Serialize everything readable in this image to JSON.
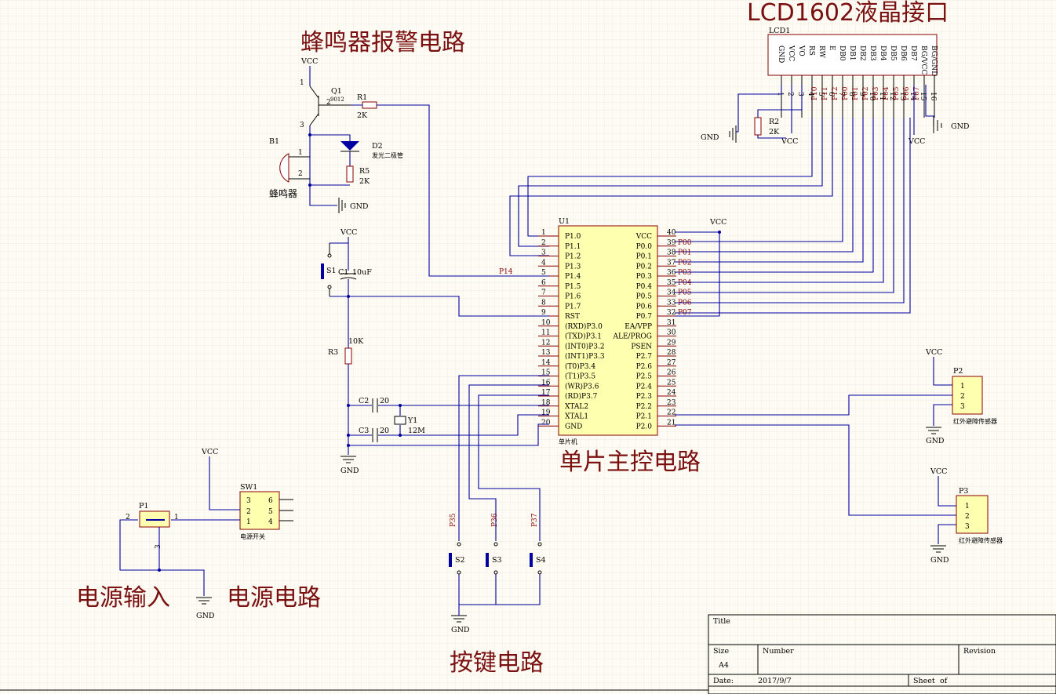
{
  "headings": {
    "lcd": "LCD1602液晶接口",
    "buzzer": "蜂鸣器报警电路",
    "mcu": "单片主控电路",
    "power_in": "电源输入",
    "power": "电源电路",
    "keys": "按键电路"
  },
  "lcd1": {
    "ref": "LCD1",
    "pin_names": [
      "GND",
      "VCC",
      "VO",
      "RS",
      "RW",
      "E",
      "DB0",
      "DB1",
      "DB2",
      "DB3",
      "DB4",
      "DB5",
      "DB6",
      "DB7",
      "BG/VCC",
      "BG/GND"
    ],
    "pin_numbers": [
      "1",
      "2",
      "3",
      "4",
      "5",
      "6",
      "7",
      "8",
      "9",
      "10",
      "11",
      "12",
      "13",
      "14",
      "15",
      "16"
    ],
    "nets": [
      "P10",
      "P11",
      "P12",
      "P00",
      "P01",
      "P02",
      "P03",
      "P04",
      "P05",
      "P06",
      "P07"
    ]
  },
  "u1": {
    "ref": "U1",
    "desc": "单片机",
    "left_pins": [
      {
        "num": "1",
        "name": "P1.0"
      },
      {
        "num": "2",
        "name": "P1.1"
      },
      {
        "num": "3",
        "name": "P1.2"
      },
      {
        "num": "4",
        "name": "P1.3"
      },
      {
        "num": "5",
        "name": "P1.4"
      },
      {
        "num": "6",
        "name": "P1.5"
      },
      {
        "num": "7",
        "name": "P1.6"
      },
      {
        "num": "8",
        "name": "P1.7"
      },
      {
        "num": "9",
        "name": "RST"
      },
      {
        "num": "10",
        "name": "(RXD)P3.0"
      },
      {
        "num": "11",
        "name": "(TXD)P3.1"
      },
      {
        "num": "12",
        "name": "(INT0)P3.2"
      },
      {
        "num": "13",
        "name": "(INT1)P3.3"
      },
      {
        "num": "14",
        "name": "(T0)P3.4"
      },
      {
        "num": "15",
        "name": "(T1)P3.5"
      },
      {
        "num": "16",
        "name": "(WR)P3.6"
      },
      {
        "num": "17",
        "name": "(RD)P3.7"
      },
      {
        "num": "18",
        "name": "XTAL2"
      },
      {
        "num": "19",
        "name": "XTAL1"
      },
      {
        "num": "20",
        "name": "GND"
      }
    ],
    "right_pins": [
      {
        "num": "40",
        "name": "VCC"
      },
      {
        "num": "39",
        "name": "P0.0"
      },
      {
        "num": "38",
        "name": "P0.1"
      },
      {
        "num": "37",
        "name": "P0.2"
      },
      {
        "num": "36",
        "name": "P0.3"
      },
      {
        "num": "35",
        "name": "P0.4"
      },
      {
        "num": "34",
        "name": "P0.5"
      },
      {
        "num": "33",
        "name": "P0.6"
      },
      {
        "num": "32",
        "name": "P0.7"
      },
      {
        "num": "31",
        "name": "EA/VPP"
      },
      {
        "num": "30",
        "name": "ALE/PROG"
      },
      {
        "num": "29",
        "name": "PSEN"
      },
      {
        "num": "28",
        "name": "P2.7"
      },
      {
        "num": "27",
        "name": "P2.6"
      },
      {
        "num": "26",
        "name": "P2.5"
      },
      {
        "num": "25",
        "name": "P2.4"
      },
      {
        "num": "24",
        "name": "P2.3"
      },
      {
        "num": "23",
        "name": "P2.2"
      },
      {
        "num": "22",
        "name": "P2.1"
      },
      {
        "num": "21",
        "name": "P2.0"
      }
    ],
    "p0_nets": [
      "P00",
      "P01",
      "P02",
      "P03",
      "P04",
      "P05",
      "P06",
      "P07"
    ],
    "p14_net": "P14"
  },
  "buzzer": {
    "q1_ref": "Q1",
    "q1_val": "9012",
    "r1_ref": "R1",
    "r1_val": "2K",
    "d2_ref": "D2",
    "d2_val": "发光二极管",
    "r5_ref": "R5",
    "r5_val": "2K",
    "b1_ref": "B1",
    "b1_val": "蜂鸣器"
  },
  "reset": {
    "s1": "S1",
    "c1": "C1",
    "c1_val": "10uF",
    "r3": "R3",
    "r3_val": "10K"
  },
  "crystal": {
    "c2": "C2",
    "c2_val": "20",
    "c3": "C3",
    "c3_val": "20",
    "y1": "Y1",
    "y1_val": "12M"
  },
  "lcd_aux": {
    "r2": "R2",
    "r2_val": "2K"
  },
  "sensors": [
    {
      "ref": "P2",
      "desc": "红外避障传感器",
      "pins": [
        "1",
        "2",
        "3"
      ]
    },
    {
      "ref": "P3",
      "desc": "红外避障传感器",
      "pins": [
        "1",
        "2",
        "3"
      ]
    }
  ],
  "keys": {
    "nets": [
      "P35",
      "P36",
      "P37"
    ],
    "switches": [
      "S2",
      "S3",
      "S4"
    ]
  },
  "power": {
    "p1_ref": "P1",
    "sw1_ref": "SW1",
    "sw1_desc": "电源开关",
    "sw1_pins": [
      "3",
      "6",
      "2",
      "5",
      "1",
      "4"
    ],
    "p1_pins": [
      "2",
      "1",
      "3"
    ]
  },
  "rails": {
    "vcc": "VCC",
    "gnd": "GND"
  },
  "pin_nums": {
    "one": "1",
    "two": "2",
    "three": "3",
    "twenty": "20",
    "forty": "40",
    "twenty_one": "21",
    "twenty_two": "22",
    "thirty_one": "31"
  },
  "title_block": {
    "title": "Title",
    "size_label": "Size",
    "size": "A4",
    "number": "Number",
    "revision": "Revision",
    "date_label": "Date:",
    "date": "2017/9/7",
    "sheet": "Sheet",
    "of": "of"
  }
}
